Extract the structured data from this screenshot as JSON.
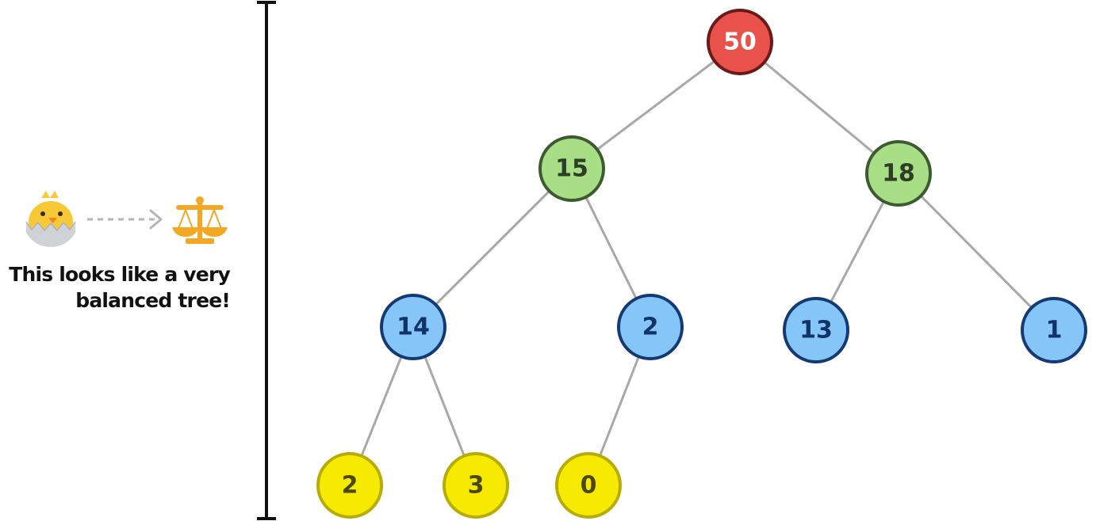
{
  "note": {
    "text_line1": "This looks like a very",
    "text_line2": "balanced tree!",
    "icon_left": "hatching-chick-icon",
    "icon_arrow": "dashed-arrow-icon",
    "icon_right": "balance-scale-icon"
  },
  "colors": {
    "root_fill": "#e8524a",
    "root_stroke": "#6a1a18",
    "root_text": "#ffffff",
    "level1_fill": "#a7de86",
    "level1_stroke": "#3d5a30",
    "level1_text": "#2e3d26",
    "level2_fill": "#86c5f8",
    "level2_stroke": "#143a75",
    "level2_text": "#10336a",
    "level3_fill": "#f5ea00",
    "level3_stroke": "#b8ac00",
    "level3_text": "#4d4800",
    "edge": "#a8a8a8",
    "height_bar": "#111111"
  },
  "tree": {
    "nodes": [
      {
        "id": "n50",
        "value": "50",
        "level": 0
      },
      {
        "id": "n15",
        "value": "15",
        "level": 1
      },
      {
        "id": "n18",
        "value": "18",
        "level": 1
      },
      {
        "id": "n14",
        "value": "14",
        "level": 2
      },
      {
        "id": "n2a",
        "value": "2",
        "level": 2
      },
      {
        "id": "n13",
        "value": "13",
        "level": 2
      },
      {
        "id": "n1",
        "value": "1",
        "level": 2
      },
      {
        "id": "n2b",
        "value": "2",
        "level": 3
      },
      {
        "id": "n3",
        "value": "3",
        "level": 3
      },
      {
        "id": "n0",
        "value": "0",
        "level": 3
      }
    ],
    "edges": [
      [
        "n50",
        "n15"
      ],
      [
        "n50",
        "n18"
      ],
      [
        "n15",
        "n14"
      ],
      [
        "n15",
        "n2a"
      ],
      [
        "n18",
        "n13"
      ],
      [
        "n18",
        "n1"
      ],
      [
        "n14",
        "n2b"
      ],
      [
        "n14",
        "n3"
      ],
      [
        "n2a",
        "n0"
      ]
    ]
  }
}
